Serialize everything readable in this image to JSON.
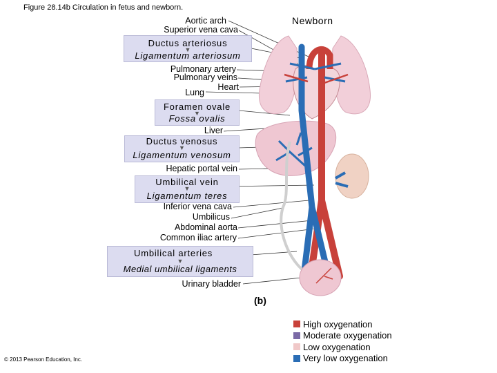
{
  "figure_title": "Figure 28.14b  Circulation in fetus and newborn.",
  "panel_heading": "Newborn",
  "figure_letter": "(b)",
  "copyright": "© 2013 Pearson Education, Inc.",
  "labels": {
    "aortic_arch": "Aortic arch",
    "superior_vena_cava": "Superior vena cava",
    "pulmonary_artery": "Pulmonary artery",
    "pulmonary_veins": "Pulmonary veins",
    "heart": "Heart",
    "lung": "Lung",
    "liver": "Liver",
    "hepatic_portal_vein": "Hepatic portal vein",
    "inferior_vena_cava": "Inferior vena cava",
    "umbilicus": "Umbilicus",
    "abdominal_aorta": "Abdominal aorta",
    "common_iliac_artery": "Common iliac artery",
    "urinary_bladder": "Urinary bladder"
  },
  "boxes": {
    "ductus_arteriosus": {
      "fetal": "Ductus arteriosus",
      "adult": "Ligamentum arteriosum"
    },
    "foramen_ovale": {
      "fetal": "Foramen ovale",
      "adult": "Fossa ovalis"
    },
    "ductus_venosus": {
      "fetal": "Ductus venosus",
      "adult": "Ligamentum venosum"
    },
    "umbilical_vein": {
      "fetal": "Umbilical vein",
      "adult": "Ligamentum teres"
    },
    "umbilical_arteries": {
      "fetal": "Umbilical arteries",
      "adult": "Medial umbilical ligaments"
    }
  },
  "legend": [
    {
      "label": "High oxygenation",
      "color": "#c8413a"
    },
    {
      "label": "Moderate oxygenation",
      "color": "#7b6aa6"
    },
    {
      "label": "Low oxygenation",
      "color": "#f0c8c8"
    },
    {
      "label": "Very low oxygenation",
      "color": "#2a6db5"
    }
  ]
}
